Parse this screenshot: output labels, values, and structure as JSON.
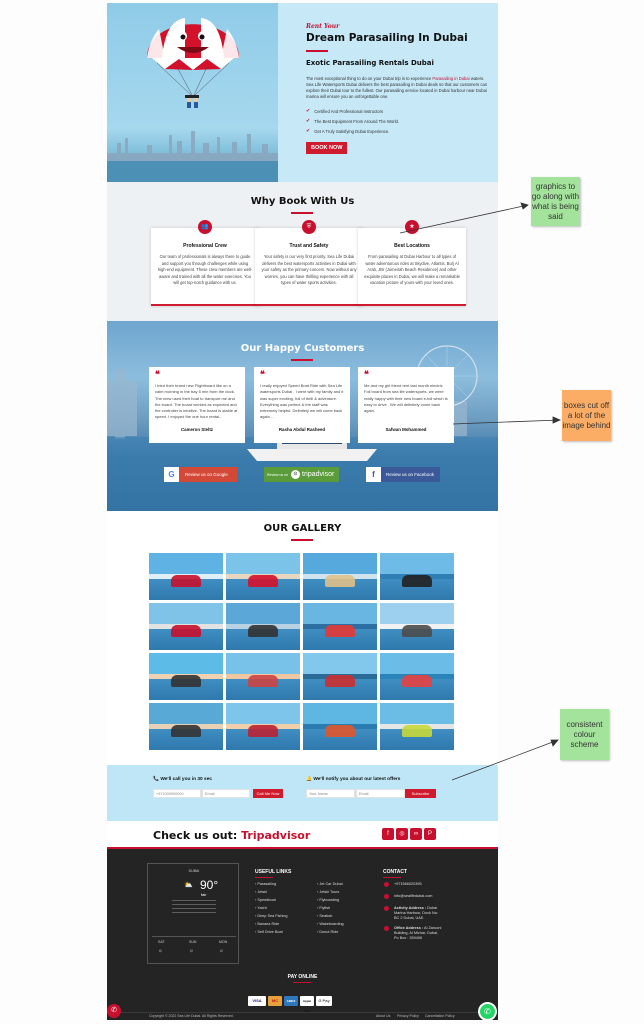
{
  "hero": {
    "kicker": "Rent Your",
    "title": "Dream Parasailing In Dubai",
    "subtitle": "Exotic Parasailing Rentals Dubai",
    "paragraph_a": "The most exceptional thing to do on your Dubai trip is to experience ",
    "paragraph_highlight": "Parasailing in Dubai",
    "paragraph_b": " waters. Sea Life Watersports Dubai delivers the best parasailing in Dubai deals so that our customers can explore their Dubai tour to the fullest. Our parasailing service located in Dubai harbour near Dubai marina will ensure you an unforgettable one.",
    "checklist": [
      "Certified And Professional Instructors",
      "The Best Equipment From Around The World.",
      "Get A Truly Satisfying Dubai Experience."
    ],
    "cta": "BOOK NOW"
  },
  "why": {
    "title": "Why Book With Us",
    "cards": [
      {
        "icon": "users-icon",
        "title": "Professional Crew",
        "body": "Our team of professionals is always there to guide and support you through challenges while using high-end equipment. These crew members are well-aware and trained with all the water exercises. You will get top-notch guidance with us."
      },
      {
        "icon": "shield-icon",
        "title": "Trust and Safety",
        "body": "Your safety is our very first priority. Sea Life Dubai delivers the best watersports activities in Dubai with your safety as the primary concern. Now without any worries, you can have thrilling experience with all types of water sports activities."
      },
      {
        "icon": "star-icon",
        "title": "Best Locations",
        "body": "From parasailing at Dubai Harbour to all types of water adventurous rides at Skydive, Atlantis, Burj Al Arab, JBr (Jumeirah Beach Residence) and other exquisite places in Dubai, we will make a remarkable vacation picture of yours with your loved ones."
      }
    ]
  },
  "customers": {
    "title": "Our Happy Customers",
    "reviews": [
      {
        "text": "I tried their brand new Flightboard like on a calm morning in the bay 5 min from the dock. The crew used their boat to transport me and the board. The board worked as expected and the controller is intuitive. The board is stable at speed. I enjoyed the one hour rental...",
        "name": "Cameron Steltz"
      },
      {
        "text": "I really enjoyed Speed Boat Ride with Sea Life watersports Dubai . I went with my family and it was super exciting, full of thrill & adventure. Everything was perfect & the staff was extremely helpful. Definitely we will come back again...",
        "name": "Rasha Abdul Rasheed"
      },
      {
        "text": "Me and my girl friend rent last month electric Foil board from sea life watersports, we were really happy with their new board e-foil which is easy to drive . We will definitely come back again.",
        "name": "Safwan Mohammed"
      }
    ],
    "review_buttons": [
      {
        "label": "Review us on Google",
        "icon": "google-icon",
        "color": "#d34836"
      },
      {
        "label": "tripadvisor",
        "prefix": "Review us on",
        "icon": "tripadvisor-icon",
        "color": "#5a9c3a"
      },
      {
        "label": "Review us on Facebook",
        "icon": "facebook-icon",
        "color": "#3b5998"
      }
    ]
  },
  "gallery": {
    "title": "OUR GALLERY"
  },
  "callback": {
    "call_heading": "We'll call you in 30 sec",
    "phone_placeholder": "+971000000000",
    "email_placeholder": "Email",
    "call_button": "Call Me Now",
    "notify_heading": "We'll notify you about our latest offers",
    "name_placeholder": "Your Name",
    "email2_placeholder": "Email",
    "subscribe_button": "Subscribe"
  },
  "check_us": {
    "prefix": "Check us out: ",
    "brand": "Tripadvisor",
    "social": [
      "facebook-icon",
      "instagram-icon",
      "tripadvisor-icon",
      "pinterest-icon"
    ]
  },
  "footer": {
    "weather": {
      "city": "DUBAI",
      "temp": "90°",
      "condition": "fair",
      "days": [
        "SAT",
        "SUN",
        "MON"
      ]
    },
    "useful_links_title": "USEFUL LINKS",
    "links_col1": [
      "Parasailing",
      "Jetski",
      "Speedboat",
      "Yacht",
      "Deep Sea Fishing",
      "Banana Ride",
      "Self Drive Boat"
    ],
    "links_col2": [
      "Jet Car Dubai",
      "Jetski Tours",
      "Flyboarding",
      "Flyfish",
      "Seabob",
      "Wakeboarding",
      "Donut Ride"
    ],
    "contact_title": "CONTACT",
    "contact": {
      "phone": "+971566020395",
      "email": "info@sealifedubai.com",
      "activity_label": "Activity Address :",
      "activity_value": "Dubai Marina Harbour, Dock No: BC 2 Dubai, UAE.",
      "office_label": "Office Address :",
      "office_value": "Al Zarooni Building, Al Mizhar, Dubai, Po Box : 359406"
    },
    "pay_title": "PAY ONLINE",
    "pay_methods": [
      "VISA",
      "MC",
      "AMEX",
      "Apple Pay",
      "G Pay"
    ],
    "copyright": "Copyright © 2022 Sea Life Dubai. All Rights Reserved.",
    "bottom_links": [
      "About Us",
      "Privacy Policy",
      "Cancellation Policy"
    ]
  },
  "annotations": [
    {
      "text": "graphics to go along with what is being said",
      "color": "#a4e39c"
    },
    {
      "text": "boxes cut off a lot of the image behind",
      "color": "#fbad66"
    },
    {
      "text": "consistent colour scheme",
      "color": "#a4e39c"
    }
  ]
}
